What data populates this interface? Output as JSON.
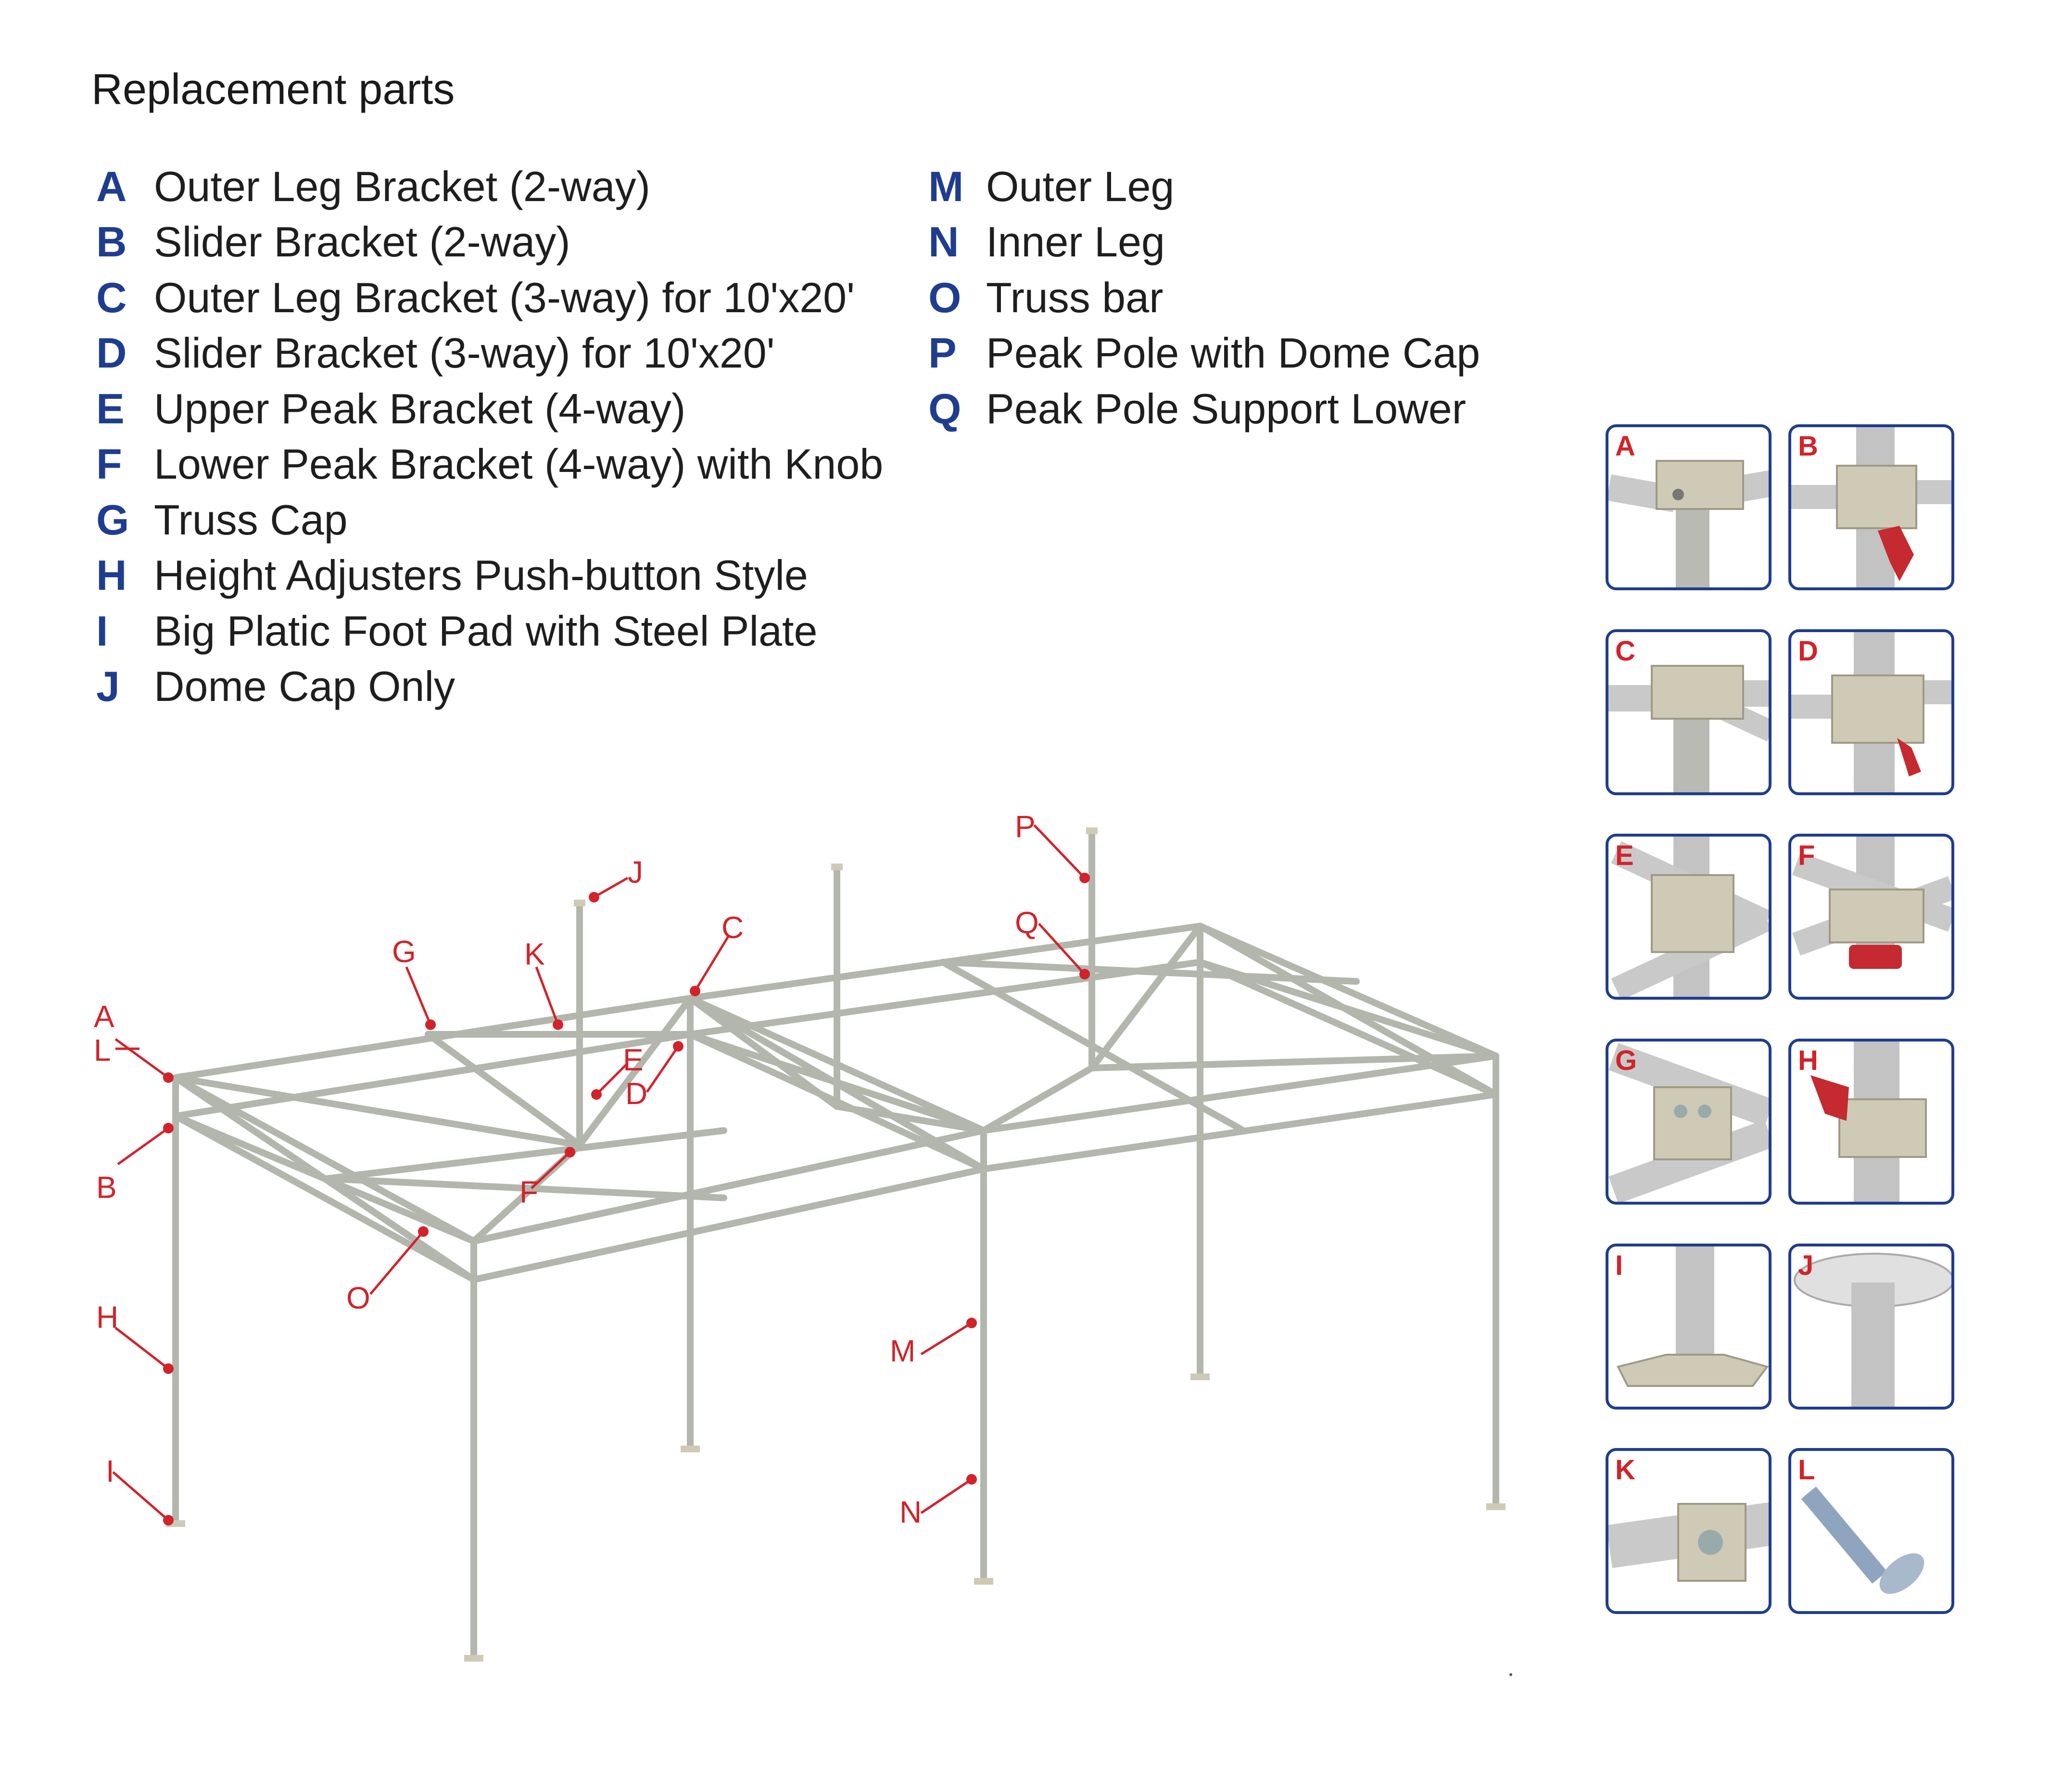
{
  "title": "Replacement parts",
  "parts_left": [
    {
      "letter": "A",
      "label": "Outer Leg Bracket (2-way)"
    },
    {
      "letter": "B",
      "label": "Slider Bracket (2-way)"
    },
    {
      "letter": "C",
      "label": "Outer Leg Bracket (3-way) for 10'x20'"
    },
    {
      "letter": "D",
      "label": "Slider Bracket (3-way) for 10'x20'"
    },
    {
      "letter": "E",
      "label": "Upper Peak Bracket (4-way)"
    },
    {
      "letter": "F",
      "label": "Lower Peak Bracket (4-way) with Knob"
    },
    {
      "letter": "G",
      "label": "Truss Cap"
    },
    {
      "letter": "H",
      "label": "Height Adjusters Push-button Style"
    },
    {
      "letter": "I",
      "label": "Big Platic Foot Pad with Steel Plate"
    },
    {
      "letter": "J",
      "label": "Dome Cap Only"
    }
  ],
  "parts_right": [
    {
      "letter": "M",
      "label": "Outer Leg"
    },
    {
      "letter": "N",
      "label": "Inner Leg"
    },
    {
      "letter": "O",
      "label": "Truss bar"
    },
    {
      "letter": "P",
      "label": "Peak Pole with Dome Cap"
    },
    {
      "letter": "Q",
      "label": "Peak Pole Support Lower"
    }
  ],
  "callouts": {
    "A": "A",
    "L": "L",
    "B": "B",
    "H": "H",
    "I": "I",
    "G": "G",
    "K": "K",
    "J": "J",
    "E": "E",
    "D": "D",
    "F": "F",
    "O": "O",
    "C": "C",
    "P": "P",
    "Q": "Q",
    "M": "M",
    "N": "N"
  },
  "thumbnails": [
    "A",
    "B",
    "C",
    "D",
    "E",
    "F",
    "G",
    "H",
    "I",
    "J",
    "K",
    "L"
  ],
  "colors": {
    "letter_blue": "#1f3d8f",
    "callout_red": "#d2232a",
    "frame_gray": "#b3b6ad",
    "bracket_beige": "#cfcab5"
  }
}
